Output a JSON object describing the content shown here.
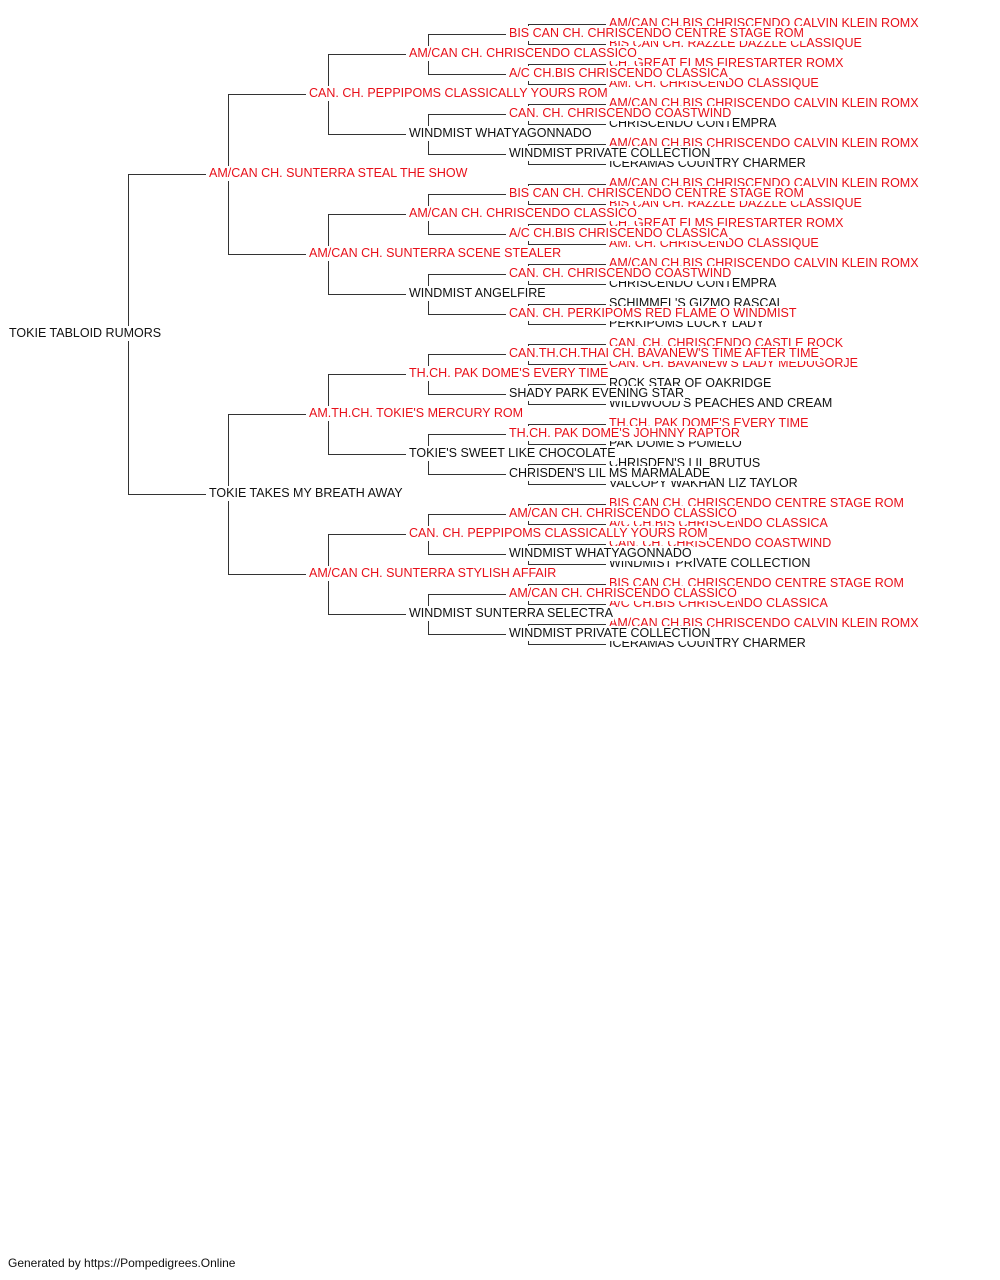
{
  "pedigree": {
    "name": "TOKIE TABLOID RUMORS",
    "champion": false,
    "sire": {
      "name": "AM/CAN CH. SUNTERRA STEAL THE SHOW",
      "champion": true,
      "sire": {
        "name": "CAN. CH. PEPPIPOMS CLASSICALLY YOURS ROM",
        "champion": true,
        "sire": {
          "name": "AM/CAN CH. CHRISCENDO CLASSICO",
          "champion": true,
          "sire": {
            "name": "BIS CAN CH. CHRISCENDO CENTRE STAGE ROM",
            "champion": true,
            "sire": {
              "name": "AM/CAN CH.BIS CHRISCENDO CALVIN KLEIN ROMX",
              "champion": true
            },
            "dam": {
              "name": "BIS CAN CH. RAZZLE DAZZLE CLASSIQUE",
              "champion": true
            }
          },
          "dam": {
            "name": "A/C CH.BIS CHRISCENDO CLASSICA",
            "champion": true,
            "sire": {
              "name": "CH. GREAT ELMS FIRESTARTER ROMX",
              "champion": true
            },
            "dam": {
              "name": "AM. CH. CHRISCENDO CLASSIQUE",
              "champion": true
            }
          }
        },
        "dam": {
          "name": "WINDMIST WHATYAGONNADO",
          "champion": false,
          "sire": {
            "name": "CAN. CH. CHRISCENDO COASTWIND",
            "champion": true,
            "sire": {
              "name": "AM/CAN CH.BIS CHRISCENDO CALVIN KLEIN ROMX",
              "champion": true
            },
            "dam": {
              "name": "CHRISCENDO CONTEMPRA",
              "champion": false
            }
          },
          "dam": {
            "name": "WINDMIST PRIVATE COLLECTION",
            "champion": false,
            "sire": {
              "name": "AM/CAN CH.BIS CHRISCENDO CALVIN KLEIN ROMX",
              "champion": true
            },
            "dam": {
              "name": "ICERAMAS COUNTRY CHARMER",
              "champion": false
            }
          }
        }
      },
      "dam": {
        "name": "AM/CAN CH. SUNTERRA SCENE STEALER",
        "champion": true,
        "sire": {
          "name": "AM/CAN CH. CHRISCENDO CLASSICO",
          "champion": true,
          "sire": {
            "name": "BIS CAN CH. CHRISCENDO CENTRE STAGE ROM",
            "champion": true,
            "sire": {
              "name": "AM/CAN CH.BIS CHRISCENDO CALVIN KLEIN ROMX",
              "champion": true
            },
            "dam": {
              "name": "BIS CAN CH. RAZZLE DAZZLE CLASSIQUE",
              "champion": true
            }
          },
          "dam": {
            "name": "A/C CH.BIS CHRISCENDO CLASSICA",
            "champion": true,
            "sire": {
              "name": "CH. GREAT ELMS FIRESTARTER ROMX",
              "champion": true
            },
            "dam": {
              "name": "AM. CH. CHRISCENDO CLASSIQUE",
              "champion": true
            }
          }
        },
        "dam": {
          "name": "WINDMIST ANGELFIRE",
          "champion": false,
          "sire": {
            "name": "CAN. CH. CHRISCENDO COASTWIND",
            "champion": true,
            "sire": {
              "name": "AM/CAN CH.BIS CHRISCENDO CALVIN KLEIN ROMX",
              "champion": true
            },
            "dam": {
              "name": "CHRISCENDO CONTEMPRA",
              "champion": false
            }
          },
          "dam": {
            "name": "CAN. CH. PERKIPOMS RED FLAME O WINDMIST",
            "champion": true,
            "sire": {
              "name": "SCHIMMEL'S GIZMO RASCAL",
              "champion": false
            },
            "dam": {
              "name": "PERKIPOMS LUCKY LADY",
              "champion": false
            }
          }
        }
      }
    },
    "dam": {
      "name": "TOKIE TAKES MY BREATH AWAY",
      "champion": false,
      "sire": {
        "name": "AM.TH.CH. TOKIE'S MERCURY ROM",
        "champion": true,
        "sire": {
          "name": "TH.CH. PAK DOME'S EVERY TIME",
          "champion": true,
          "sire": {
            "name": "CAN.TH.CH.THAI CH. BAVANEW'S TIME AFTER TIME",
            "champion": true,
            "sire": {
              "name": "CAN. CH. CHRISCENDO CASTLE ROCK",
              "champion": true
            },
            "dam": {
              "name": "CAN. CH. BAVANEW'S LADY MEDUGORJE",
              "champion": true
            }
          },
          "dam": {
            "name": "SHADY PARK EVENING STAR",
            "champion": false,
            "sire": {
              "name": "ROCK STAR OF OAKRIDGE",
              "champion": false
            },
            "dam": {
              "name": "WILDWOOD'S PEACHES AND CREAM",
              "champion": false
            }
          }
        },
        "dam": {
          "name": "TOKIE'S SWEET LIKE CHOCOLATE",
          "champion": false,
          "sire": {
            "name": "TH.CH. PAK DOME'S JOHNNY RAPTOR",
            "champion": true,
            "sire": {
              "name": "TH.CH. PAK DOME'S EVERY TIME",
              "champion": true
            },
            "dam": {
              "name": "PAK DOME'S POMELO",
              "champion": false
            }
          },
          "dam": {
            "name": "CHRISDEN'S LIL MS MARMALADE",
            "champion": false,
            "sire": {
              "name": "CHRISDEN'S LIL BRUTUS",
              "champion": false
            },
            "dam": {
              "name": "VALCOPY WAKHAN LIZ TAYLOR",
              "champion": false
            }
          }
        }
      },
      "dam": {
        "name": "AM/CAN CH. SUNTERRA STYLISH AFFAIR",
        "champion": true,
        "sire": {
          "name": "CAN. CH. PEPPIPOMS CLASSICALLY YOURS ROM",
          "champion": true,
          "sire": {
            "name": "AM/CAN CH. CHRISCENDO CLASSICO",
            "champion": true,
            "sire": {
              "name": "BIS CAN CH. CHRISCENDO CENTRE STAGE ROM",
              "champion": true
            },
            "dam": {
              "name": "A/C CH.BIS CHRISCENDO CLASSICA",
              "champion": true
            }
          },
          "dam": {
            "name": "WINDMIST WHATYAGONNADO",
            "champion": false,
            "sire": {
              "name": "CAN. CH. CHRISCENDO COASTWIND",
              "champion": true
            },
            "dam": {
              "name": "WINDMIST PRIVATE COLLECTION",
              "champion": false
            }
          }
        },
        "dam": {
          "name": "WINDMIST SUNTERRA SELECTRA",
          "champion": false,
          "sire": {
            "name": "AM/CAN CH. CHRISCENDO CLASSICO",
            "champion": true,
            "sire": {
              "name": "BIS CAN CH. CHRISCENDO CENTRE STAGE ROM",
              "champion": true
            },
            "dam": {
              "name": "A/C CH.BIS CHRISCENDO CLASSICA",
              "champion": true
            }
          },
          "dam": {
            "name": "WINDMIST PRIVATE COLLECTION",
            "champion": false,
            "sire": {
              "name": "AM/CAN CH.BIS CHRISCENDO CALVIN KLEIN ROMX",
              "champion": true
            },
            "dam": {
              "name": "ICERAMAS COUNTRY CHARMER",
              "champion": false
            }
          }
        }
      }
    }
  },
  "footer": "Generated by https://Pompedigrees.Online",
  "colors": {
    "champion": "#e8101a",
    "regular": "#111111",
    "line": "#333333"
  }
}
